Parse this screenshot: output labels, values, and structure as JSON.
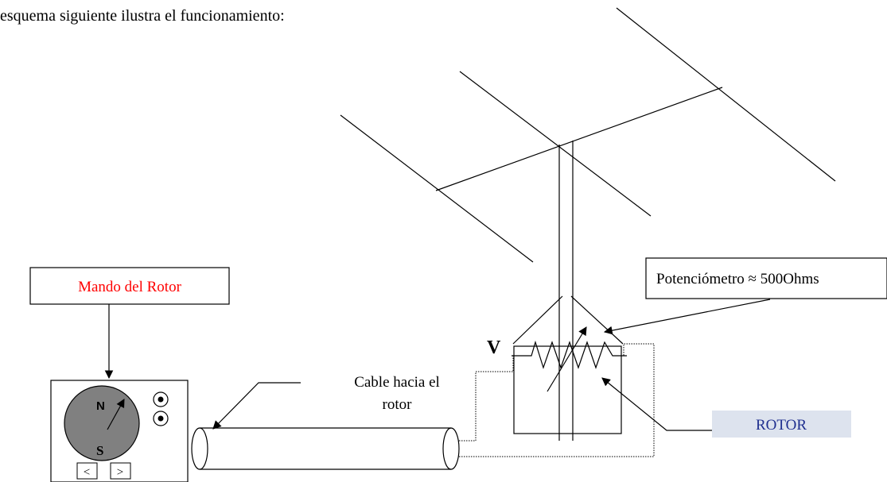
{
  "intro_text": "esquema siguiente ilustra el funcionamiento:",
  "labels": {
    "mando": "Mando del Rotor",
    "potenciometro": "Potenciómetro ≈ 500Ohms",
    "cable_line1": "Cable hacia el",
    "cable_line2": "rotor",
    "rotor": "ROTOR",
    "voltage": "V",
    "north": "N",
    "south": "S",
    "left_button": "<",
    "right_button": ">"
  },
  "colors": {
    "mando_text": "#ff0000",
    "rotor_text": "#1f2f8f",
    "rotor_box_fill": "#dde3ee",
    "dial_fill": "#808080"
  }
}
